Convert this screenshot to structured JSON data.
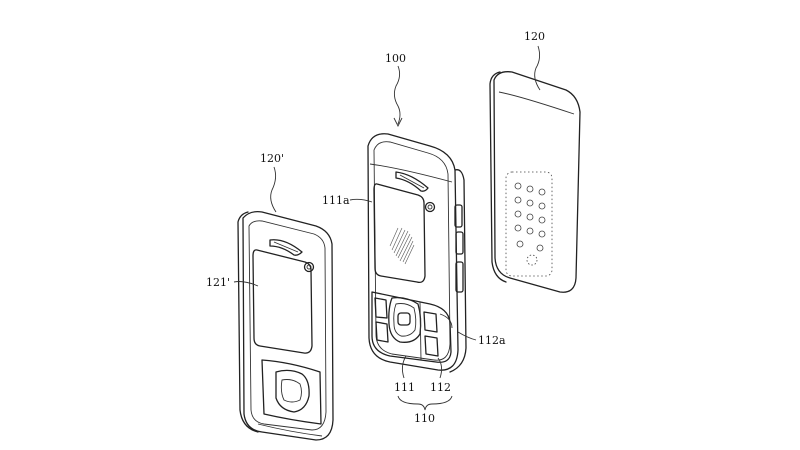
{
  "labels": {
    "l100": "100",
    "l120": "120",
    "l120p": "120'",
    "l111a": "111a",
    "l121p": "121'",
    "l112a": "112a",
    "l111": "111",
    "l112": "112",
    "l110": "110"
  }
}
